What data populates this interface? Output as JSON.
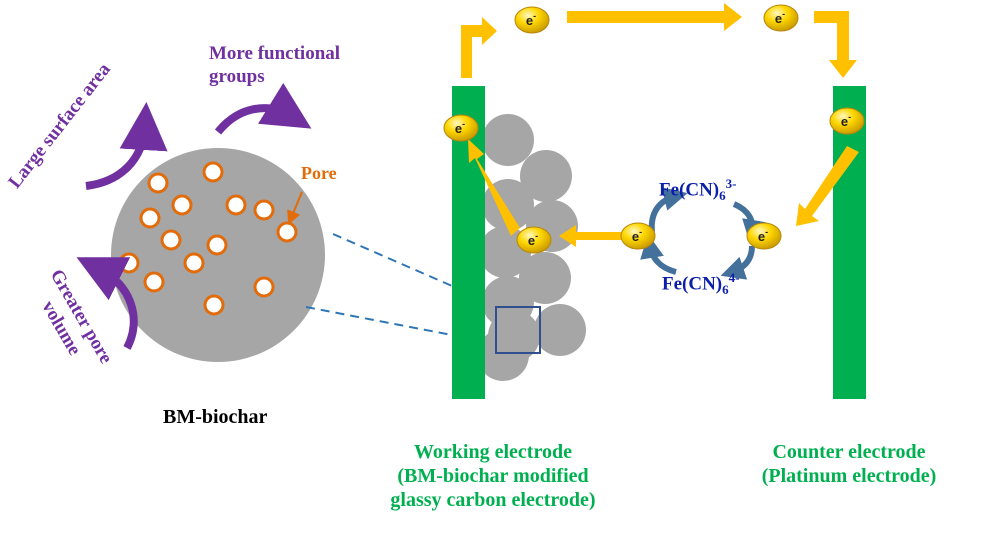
{
  "labels": {
    "more_functional_groups": [
      "More functional",
      "groups"
    ],
    "large_surface_area": "Large surface area",
    "greater_pore_volume": [
      "Greater pore",
      "volume"
    ],
    "pore": "Pore",
    "bm_biochar": "BM-biochar",
    "working_electrode": [
      "Working electrode",
      "(BM-biochar modified",
      "glassy carbon electrode)"
    ],
    "counter_electrode": [
      "Counter electrode",
      "(Platinum electrode)"
    ]
  },
  "redox": {
    "oxidized": {
      "base": "Fe(CN)",
      "sub": "6",
      "sup": "3-"
    },
    "reduced": {
      "base": "Fe(CN)",
      "sub": "6",
      "sup": "4-"
    }
  },
  "electron_symbol": "e",
  "electron_charge": "-",
  "icons": [
    "curved-arrow-icon",
    "electron-icon",
    "flow-arrow-icon",
    "magnify-box-icon"
  ],
  "colors": {
    "electrode": "#00b050",
    "flow_arrow": "#ffc000",
    "biochar": "#a6a6a6",
    "pore_fill": "#ffffff",
    "pore_stroke": "#e26b0a",
    "property_arrow": "#7030a0",
    "redox_text": "#0b1fa8",
    "redox_arrow": "#44719b",
    "electron": "#ffd700",
    "zoom_box": "#2f4f8f"
  }
}
